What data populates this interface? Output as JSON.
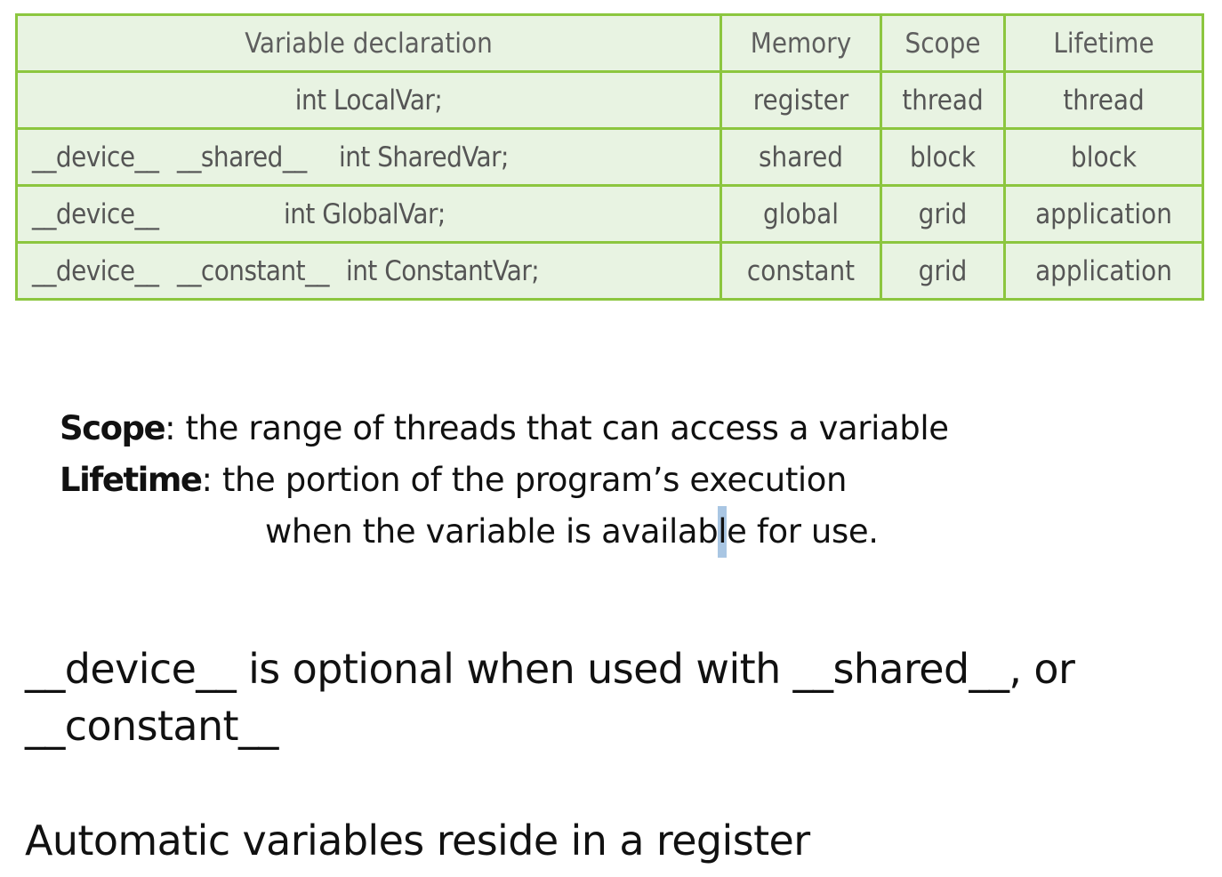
{
  "table": {
    "headers": {
      "declaration": "Variable declaration",
      "memory": "Memory",
      "scope": "Scope",
      "lifetime": "Lifetime"
    },
    "rows": [
      {
        "declaration_parts": [
          "int LocalVar;"
        ],
        "memory": "register",
        "scope": "thread",
        "lifetime": "thread"
      },
      {
        "declaration_parts": [
          "__device__",
          "__shared__",
          "int SharedVar;"
        ],
        "memory": "shared",
        "scope": "block",
        "lifetime": "block"
      },
      {
        "declaration_parts": [
          "__device__",
          "int GlobalVar;"
        ],
        "memory": "global",
        "scope": "grid",
        "lifetime": "application"
      },
      {
        "declaration_parts": [
          "__device__",
          "__constant__",
          "int ConstantVar;"
        ],
        "memory": "constant",
        "scope": "grid",
        "lifetime": "application"
      }
    ]
  },
  "definitions": {
    "scope_term": "Scope",
    "scope_text": ": the range of threads that can access a variable",
    "lifetime_term": "Lifetime",
    "lifetime_text": ": the portion of the program’s execution",
    "lifetime_text_2a": "when the variable is availab",
    "lifetime_text_2_highlight": "l",
    "lifetime_text_2b": "e for use."
  },
  "notes": {
    "device_note_line1": "__device__ is optional when used with  __shared__, or",
    "device_note_line2": "__constant__",
    "automatic_note": "Automatic variables reside in a register"
  },
  "colors": {
    "table_border": "#8cc63f",
    "table_fill": "#e8f3e2",
    "table_text": "#555555",
    "cursor_highlight": "#a9c6e3"
  }
}
